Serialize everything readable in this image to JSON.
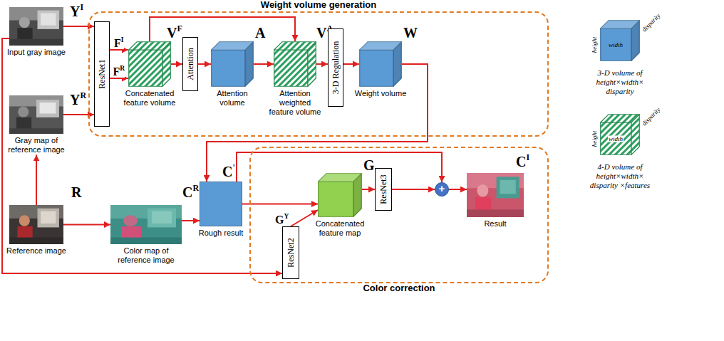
{
  "diagram": {
    "nodes": [
      {
        "text": [
          "Weight volume generation"
        ]
      },
      {
        "text": [
          "YI",
          "Input gray image"
        ]
      },
      {
        "text": [
          "ResNet1"
        ],
        "in": 0
      },
      {
        "text": [
          "VF",
          "Concatenated feature volume"
        ],
        "in": 0
      },
      {
        "text": [
          "Attention"
        ],
        "in": 0
      },
      {
        "text": [
          "A",
          "Attention volume"
        ],
        "in": 0
      },
      {
        "text": [
          "VA",
          "Attention weighted feature volume"
        ],
        "in": 0
      },
      {
        "text": [
          "3-D Regulation"
        ],
        "in": 0
      },
      {
        "text": [
          "W",
          "Weight volume"
        ],
        "in": 0
      },
      {
        "text": [
          "YR",
          "Gray map of reference image"
        ]
      },
      {
        "text": [
          "R",
          "Reference image"
        ]
      },
      {
        "text": [
          "CR",
          "Color map of reference image"
        ]
      },
      {
        "text": [
          "C'",
          "Rough result"
        ]
      },
      {
        "text": [
          "Color correction"
        ]
      },
      {
        "text": [
          "ResNet2"
        ],
        "in": 13
      },
      {
        "text": [
          "G",
          "Concatenated feature map"
        ],
        "in": 13
      },
      {
        "text": [
          "ResNet3"
        ],
        "in": 13
      },
      {
        "text": [
          "+"
        ],
        "in": 13
      },
      {
        "text": [
          "CI",
          "Result"
        ],
        "in": 13
      }
    ],
    "edges": [
      {
        "from": 1,
        "to": 2,
        "arrow": "to"
      },
      {
        "from": 9,
        "to": 2,
        "arrow": "to"
      },
      {
        "from": 10,
        "to": 9,
        "arrow": "to"
      },
      {
        "from": 10,
        "to": 11,
        "arrow": "to"
      },
      {
        "from": 2,
        "to": 3,
        "label": "FI",
        "arrow": "to"
      },
      {
        "from": 2,
        "to": 3,
        "label": "FR",
        "arrow": "to"
      },
      {
        "from": 3,
        "to": 4,
        "arrow": "to"
      },
      {
        "from": 4,
        "to": 5,
        "arrow": "to"
      },
      {
        "from": 5,
        "to": 6,
        "arrow": "to"
      },
      {
        "from": 3,
        "to": 6,
        "arrow": "to"
      },
      {
        "from": 6,
        "to": 7,
        "arrow": "to"
      },
      {
        "from": 7,
        "to": 8,
        "arrow": "to"
      },
      {
        "from": 8,
        "to": 12,
        "arrow": "to"
      },
      {
        "from": 11,
        "to": 12,
        "arrow": "to"
      },
      {
        "from": 12,
        "to": 15,
        "arrow": "to"
      },
      {
        "from": 1,
        "to": 14,
        "arrow": "to"
      },
      {
        "from": 14,
        "to": 15,
        "label": "GY",
        "arrow": "to"
      },
      {
        "from": 15,
        "to": 16,
        "arrow": "to"
      },
      {
        "from": 16,
        "to": 17,
        "arrow": "to"
      },
      {
        "from": 12,
        "to": 17,
        "arrow": "to"
      },
      {
        "from": 17,
        "to": 18,
        "arrow": "to"
      }
    ],
    "labels": [
      "disparity",
      "width",
      "height",
      "disparity",
      "width",
      "height"
    ],
    "legend": [
      {
        "text": "3-D volume of height×width× disparity",
        "color": "#5b9bd5"
      },
      {
        "text": "4-D volume of height×width× disparity ×features"
      }
    ]
  }
}
